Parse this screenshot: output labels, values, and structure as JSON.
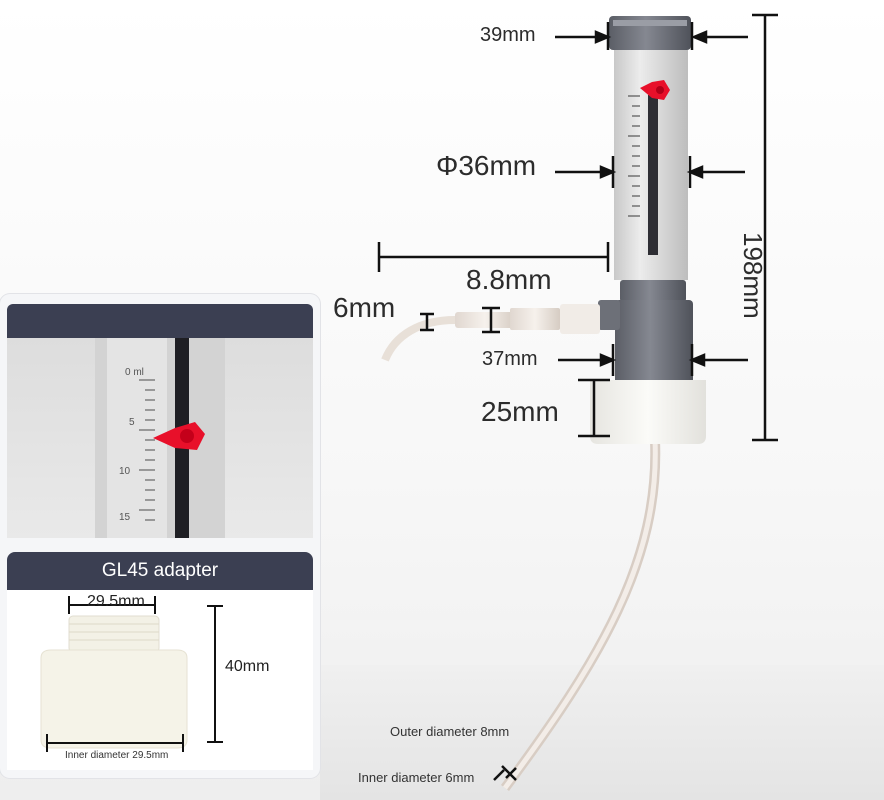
{
  "labels": {
    "top_width": "39mm",
    "cylinder_diameter": "Φ36mm",
    "height": "198mm",
    "reach": "8.8mm",
    "nozzle": "6mm",
    "valve_width": "37mm",
    "cap_height": "25mm",
    "outer_diameter": "Outer diameter 8mm",
    "inner_diameter": "Inner diameter 6mm"
  },
  "scale_marks": [
    "0 ml",
    "5",
    "10",
    "15"
  ],
  "adapter": {
    "title": "GL45 adapter",
    "top_diameter": "29.5mm",
    "height": "40mm",
    "inner_diameter": "Inner diameter 29.5mm"
  },
  "colors": {
    "body_gray": "#6d7078",
    "cylinder": "#d9d9d9",
    "cap": "#f4f3ee",
    "knob_red": "#e8102a",
    "panel_header": "#3b3f52"
  }
}
